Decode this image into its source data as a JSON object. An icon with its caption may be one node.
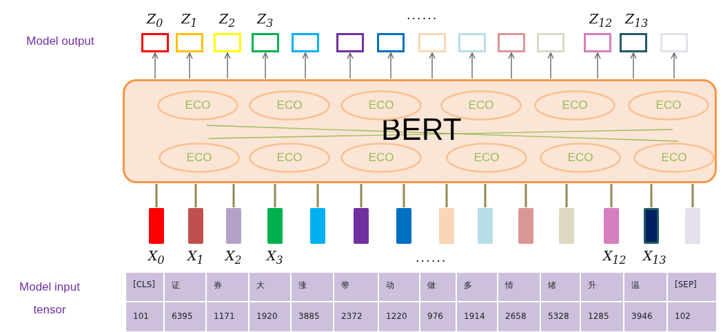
{
  "diagram": {
    "nodes": [
      {
        "text": [
          "BERT"
        ]
      },
      {
        "text": [
          "ECO"
        ],
        "in": 0
      },
      {
        "text": [
          "ECO"
        ],
        "in": 0
      },
      {
        "text": [
          "ECO"
        ],
        "in": 0
      },
      {
        "text": [
          "ECO"
        ],
        "in": 0
      },
      {
        "text": [
          "ECO"
        ],
        "in": 0
      },
      {
        "text": [
          "ECO"
        ],
        "in": 0
      },
      {
        "text": [
          "ECO"
        ],
        "in": 0
      },
      {
        "text": [
          "ECO"
        ],
        "in": 0
      },
      {
        "text": [
          "ECO"
        ],
        "in": 0
      },
      {
        "text": [
          "ECO"
        ],
        "in": 0
      },
      {
        "text": [
          "ECO"
        ],
        "in": 0
      },
      {
        "text": [
          "ECO"
        ],
        "in": 0
      },
      {
        "text": [],
        "shape": "box",
        "beside": [
          "Z$_{0}$"
        ]
      },
      {
        "text": [],
        "shape": "box",
        "beside": [
          "Z$_{1}$"
        ]
      },
      {
        "text": [],
        "shape": "box",
        "beside": [
          "Z$_{2}$"
        ]
      },
      {
        "text": [],
        "shape": "box",
        "beside": [
          "Z$_{3}$"
        ]
      },
      {
        "text": [],
        "shape": "box"
      },
      {
        "text": [],
        "shape": "box"
      },
      {
        "text": [],
        "shape": "box"
      },
      {
        "text": [],
        "shape": "box"
      },
      {
        "text": [],
        "shape": "box"
      },
      {
        "text": [],
        "shape": "box"
      },
      {
        "text": [],
        "shape": "box"
      },
      {
        "text": [],
        "shape": "box",
        "beside": [
          "Z$_{12}$"
        ]
      },
      {
        "text": [],
        "shape": "box",
        "beside": [
          "Z$_{13}$"
        ]
      },
      {
        "text": [],
        "shape": "box"
      },
      {
        "text": [],
        "shape": "bar",
        "beside": [
          "X$_{0}$"
        ]
      },
      {
        "text": [],
        "shape": "bar",
        "beside": [
          "X$_{1}$"
        ]
      },
      {
        "text": [],
        "shape": "bar",
        "beside": [
          "X$_{2}$"
        ]
      },
      {
        "text": [],
        "shape": "bar",
        "beside": [
          "X$_{3}$"
        ]
      },
      {
        "text": [],
        "shape": "bar"
      },
      {
        "text": [],
        "shape": "bar"
      },
      {
        "text": [],
        "shape": "bar"
      },
      {
        "text": [],
        "shape": "bar"
      },
      {
        "text": [],
        "shape": "bar"
      },
      {
        "text": [],
        "shape": "bar"
      },
      {
        "text": [],
        "shape": "bar"
      },
      {
        "text": [],
        "shape": "bar",
        "beside": [
          "X$_{12}$"
        ]
      },
      {
        "text": [],
        "shape": "bar",
        "beside": [
          "X$_{13}$"
        ]
      },
      {
        "text": [],
        "shape": "bar"
      }
    ],
    "edges": [
      {
        "from": 0,
        "to": 13,
        "arrow": "to"
      },
      {
        "from": 0,
        "to": 14,
        "arrow": "to"
      },
      {
        "from": 0,
        "to": 15,
        "arrow": "to"
      },
      {
        "from": 0,
        "to": 16,
        "arrow": "to"
      },
      {
        "from": 0,
        "to": 17,
        "arrow": "to"
      },
      {
        "from": 0,
        "to": 18,
        "arrow": "to"
      },
      {
        "from": 0,
        "to": 19,
        "arrow": "to"
      },
      {
        "from": 0,
        "to": 20,
        "arrow": "to"
      },
      {
        "from": 0,
        "to": 21,
        "arrow": "to"
      },
      {
        "from": 0,
        "to": 22,
        "arrow": "to"
      },
      {
        "from": 0,
        "to": 23,
        "arrow": "to"
      },
      {
        "from": 0,
        "to": 24,
        "arrow": "to"
      },
      {
        "from": 0,
        "to": 25,
        "arrow": "to"
      },
      {
        "from": 0,
        "to": 26,
        "arrow": "to"
      },
      {
        "from": 27,
        "to": 0,
        "arrow": "none",
        "style": "thick",
        "color": "#938953"
      },
      {
        "from": 28,
        "to": 0,
        "arrow": "none",
        "style": "thick",
        "color": "#938953"
      },
      {
        "from": 29,
        "to": 0,
        "arrow": "none",
        "style": "thick",
        "color": "#938953"
      },
      {
        "from": 30,
        "to": 0,
        "arrow": "none",
        "style": "thick",
        "color": "#938953"
      },
      {
        "from": 31,
        "to": 0,
        "arrow": "none",
        "style": "thick",
        "color": "#938953"
      },
      {
        "from": 32,
        "to": 0,
        "arrow": "none",
        "style": "thick",
        "color": "#938953"
      },
      {
        "from": 33,
        "to": 0,
        "arrow": "none",
        "style": "thick",
        "color": "#938953"
      },
      {
        "from": 34,
        "to": 0,
        "arrow": "none",
        "style": "thick",
        "color": "#938953"
      },
      {
        "from": 35,
        "to": 0,
        "arrow": "none",
        "style": "thick",
        "color": "#938953"
      },
      {
        "from": 36,
        "to": 0,
        "arrow": "none",
        "style": "thick",
        "color": "#938953"
      },
      {
        "from": 37,
        "to": 0,
        "arrow": "none",
        "style": "thick",
        "color": "#938953"
      },
      {
        "from": 38,
        "to": 0,
        "arrow": "none",
        "style": "thick",
        "color": "#938953"
      },
      {
        "from": 39,
        "to": 0,
        "arrow": "none",
        "style": "thick",
        "color": "#938953"
      },
      {
        "from": 40,
        "to": 0,
        "arrow": "none",
        "style": "thick",
        "color": "#938953"
      }
    ],
    "labels": [
      "Model output",
      "......",
      "......",
      "Model input tensor",
      "[CLS]",
      "证",
      "券",
      "大",
      "涨",
      "带",
      "动",
      "做",
      "多",
      "情",
      "绪",
      "升",
      "温",
      "[SEP]",
      "101",
      "6395",
      "1171",
      "1920",
      "3885",
      "2372",
      "1220",
      "976",
      "1914",
      "2658",
      "5328",
      "1285",
      "3946",
      "102"
    ]
  }
}
